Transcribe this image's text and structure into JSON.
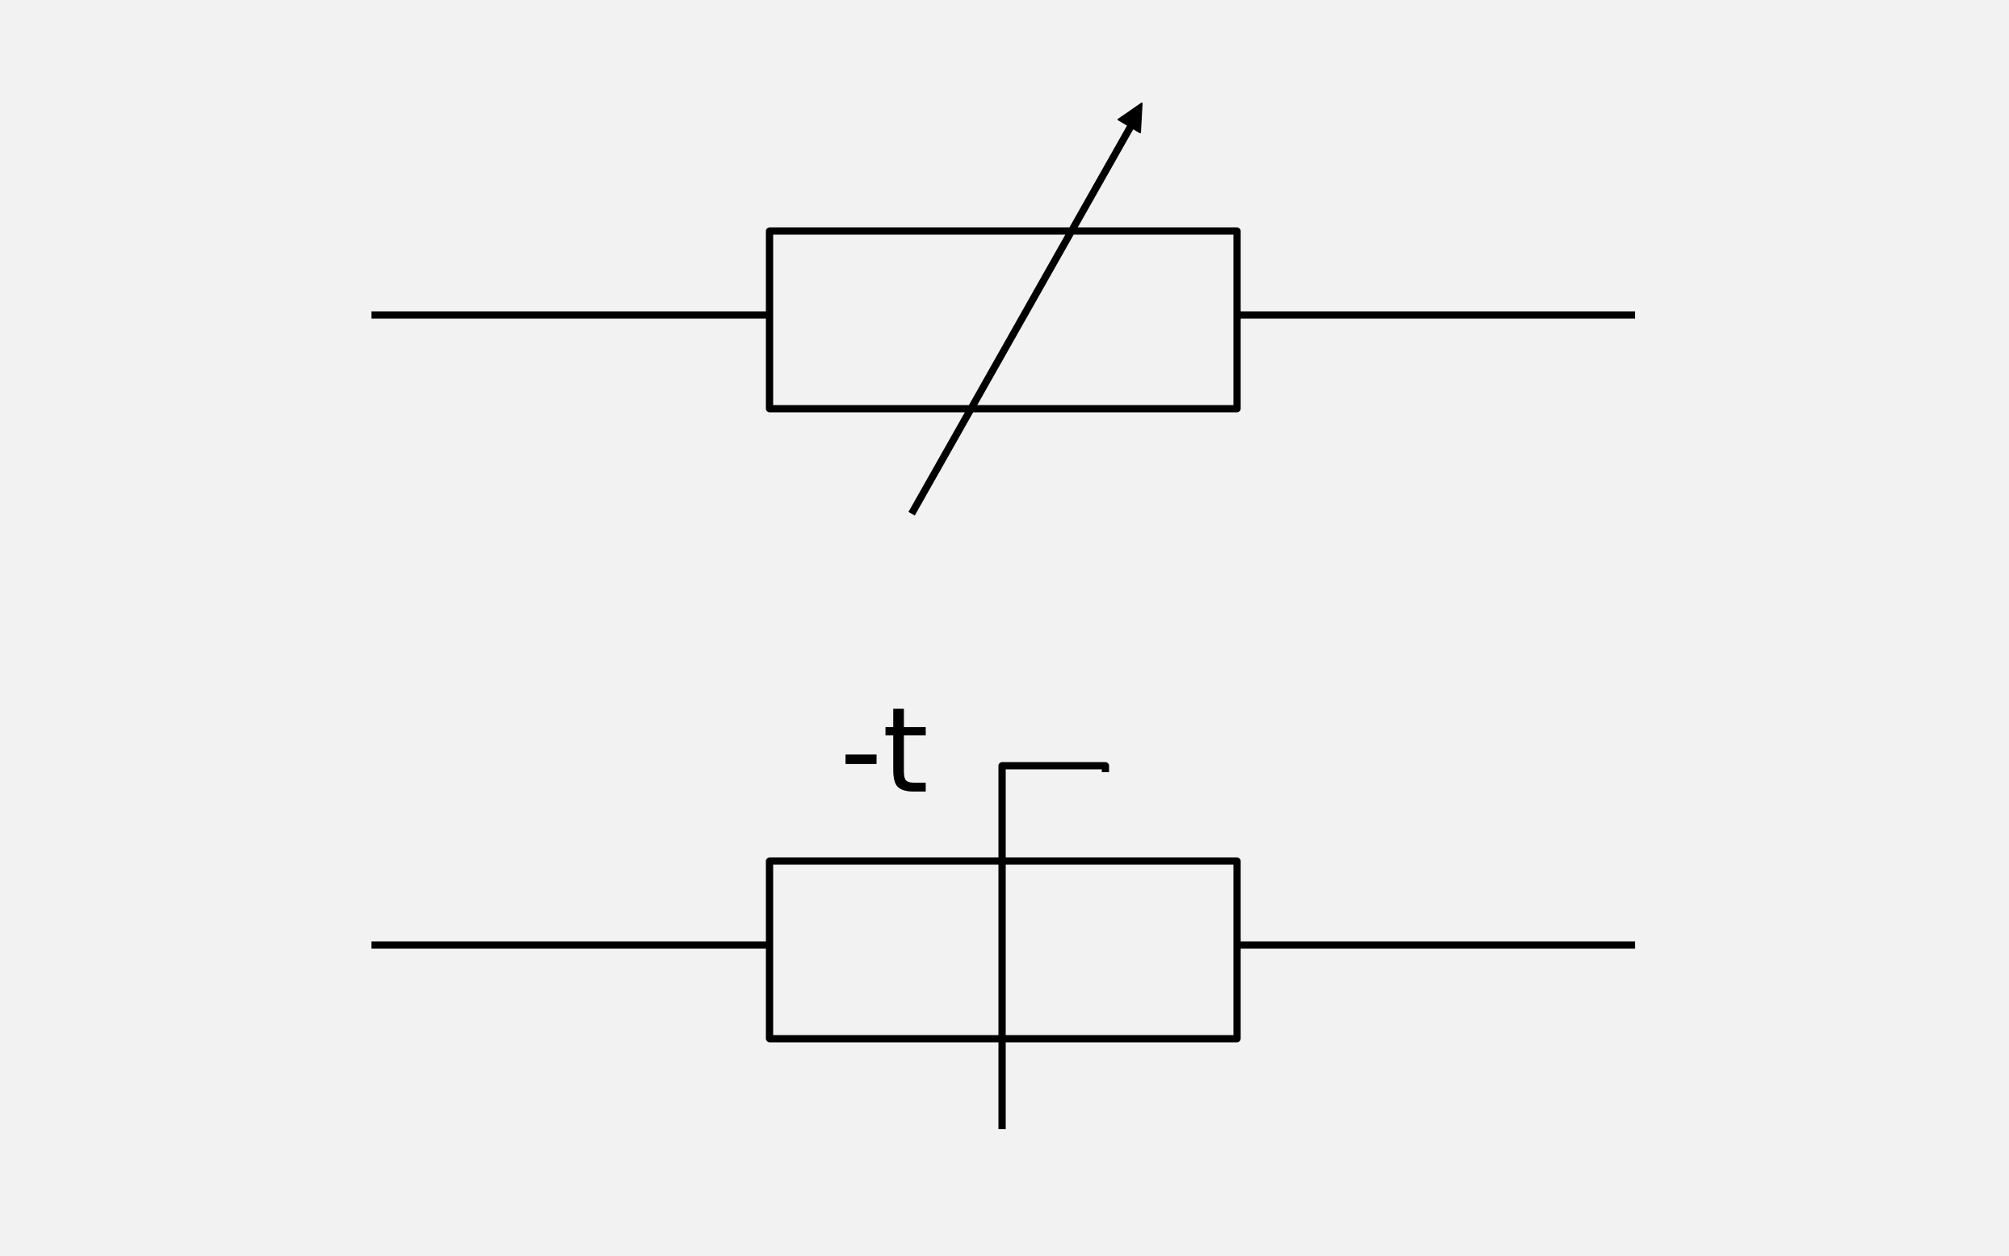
{
  "diagram": {
    "background_color": "#f2f2f2",
    "stroke_color": "#000000",
    "symbols": [
      {
        "name": "variable-resistor",
        "has_arrow": true
      },
      {
        "name": "thermistor",
        "label": "-t"
      }
    ]
  }
}
